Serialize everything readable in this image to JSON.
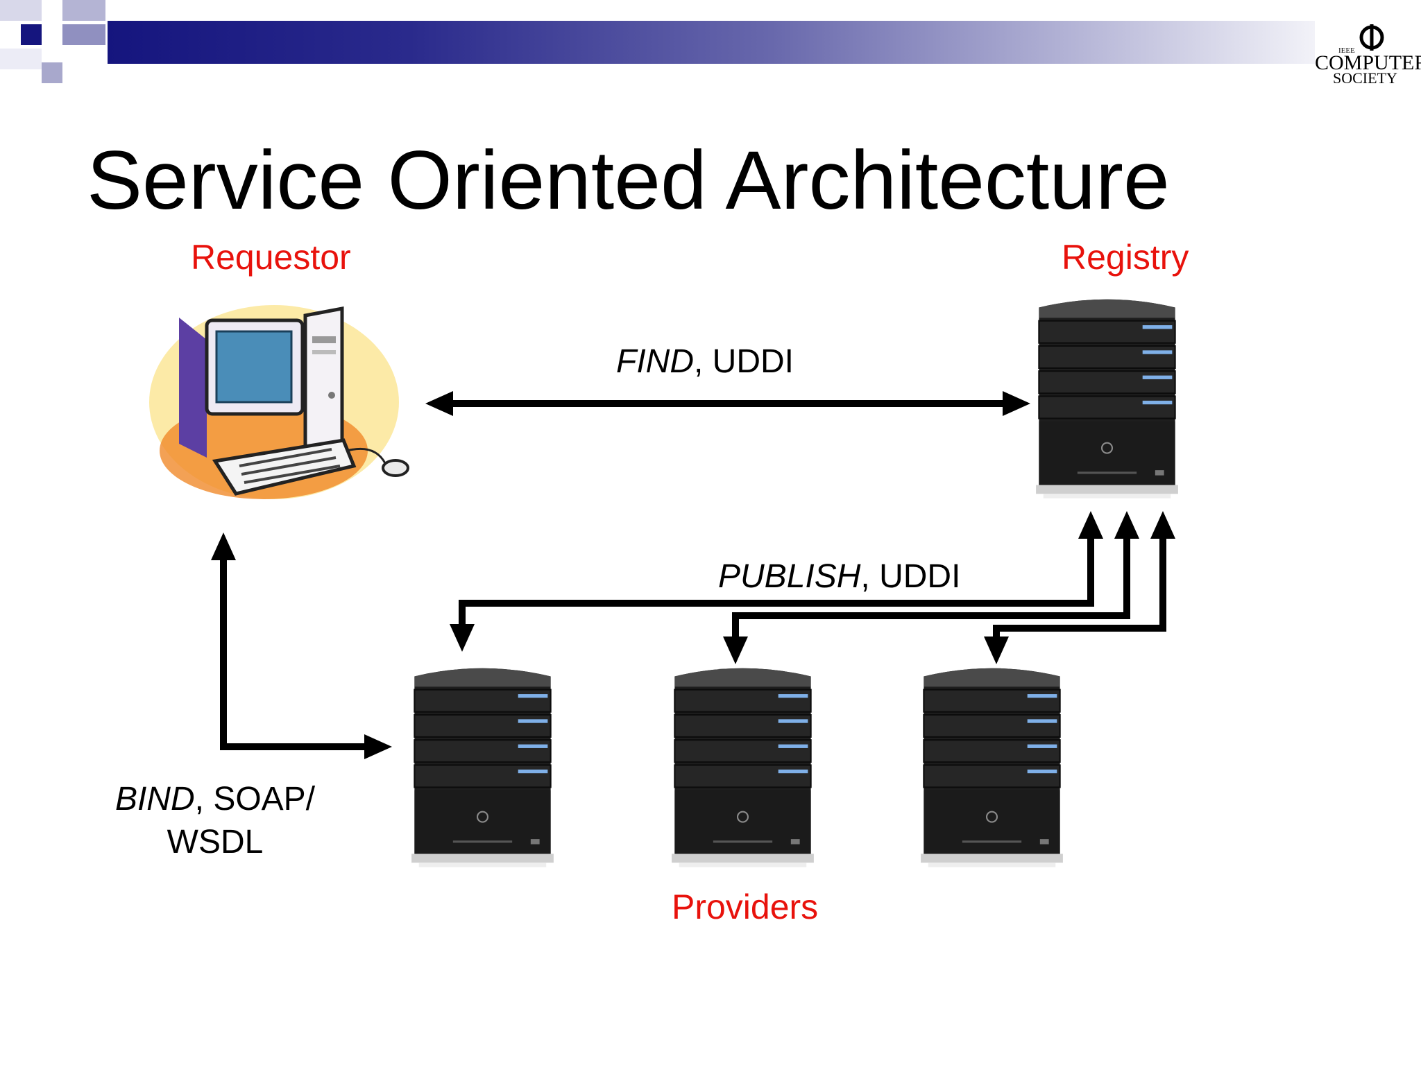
{
  "slide": {
    "title": "Service Oriented Architecture"
  },
  "logo": {
    "line1": "IEEE",
    "line2": "COMPUTER",
    "line3": "SOCIETY"
  },
  "roles": {
    "requestor": "Requestor",
    "registry": "Registry",
    "providers": "Providers"
  },
  "connections": {
    "find": {
      "verb": "FIND",
      "rest": ", UDDI"
    },
    "publish": {
      "verb": "PUBLISH",
      "rest": ", UDDI"
    },
    "bind": {
      "verb": "BIND",
      "rest": ", SOAP/",
      "line2": "WSDL"
    }
  },
  "colors": {
    "header_dark": "#15157e",
    "role_label": "#e8120c",
    "arrow": "#000000",
    "server_body": "#1e1e1e",
    "server_light": "#7fb0e8"
  },
  "icons": {
    "requestor": "desktop-computer-icon",
    "registry": "server-tower-icon",
    "provider": "server-tower-icon"
  }
}
